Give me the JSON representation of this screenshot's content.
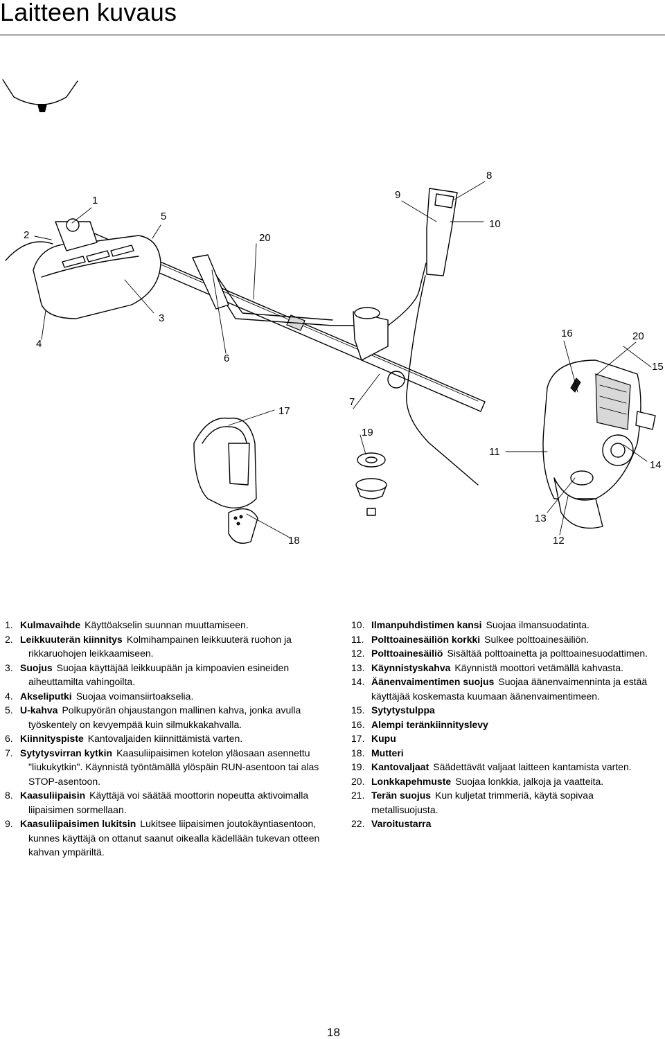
{
  "page": {
    "title": "Laitteen kuvaus",
    "page_number": "18"
  },
  "callouts": {
    "c1": "1",
    "c2": "2",
    "c3": "3",
    "c4": "4",
    "c5": "5",
    "c6": "6",
    "c7": "7",
    "c8": "8",
    "c9": "9",
    "c10": "10",
    "c11": "11",
    "c12": "12",
    "c13": "13",
    "c14": "14",
    "c15": "15",
    "c16": "16",
    "c17": "17",
    "c18": "18",
    "c19": "19",
    "c20a": "20",
    "c20b": "20"
  },
  "parts": [
    {
      "num": "1.",
      "term": "Kulmavaihde",
      "desc": "Käyttöakselin suunnan muuttamiseen."
    },
    {
      "num": "2.",
      "term": "Leikkuuterän kiinnitys",
      "desc": "Kolmihampainen leikkuuterä ruohon ja rikkaruohojen leikkaamiseen."
    },
    {
      "num": "3.",
      "term": "Suojus",
      "desc": "Suojaa käyttäjää leikkuupään ja kimpoavien esineiden aiheuttamilta vahingoilta."
    },
    {
      "num": "4.",
      "term": "Akseliputki",
      "desc": "Suojaa voimansiirtoakselia."
    },
    {
      "num": "5.",
      "term": "U-kahva",
      "desc": "Polkupyörän ohjaustangon mallinen kahva, jonka avulla työskentely on kevyempää kuin silmukkakahvalla."
    },
    {
      "num": "6.",
      "term": "Kiinnityspiste",
      "desc": "Kantovaljaiden kiinnittämistä varten."
    },
    {
      "num": "7.",
      "term": "Sytytysvirran kytkin",
      "desc": "Kaasuliipaisimen kotelon yläosaan asennettu \"liukukytkin\". Käynnistä työntämällä ylöspäin RUN-asentoon tai alas STOP-asentoon."
    },
    {
      "num": "8.",
      "term": "Kaasuliipaisin",
      "desc": "Käyttäjä voi säätää moottorin nopeutta aktivoimalla liipaisimen sormellaan."
    },
    {
      "num": "9.",
      "term": "Kaasuliipaisimen lukitsin",
      "desc": "Lukitsee liipaisimen joutokäyntiasentoon, kunnes käyttäjä on ottanut saanut oikealla kädellään tukevan otteen kahvan ympäriltä."
    },
    {
      "num": "10.",
      "term": "Ilmanpuhdistimen kansi",
      "desc": "Suojaa ilmansuodatinta."
    },
    {
      "num": "11.",
      "term": "Polttoainesäiliön korkki",
      "desc": "Sulkee polttoainesäiliön."
    },
    {
      "num": "12.",
      "term": "Polttoainesäiliö",
      "desc": "Sisältää polttoainetta ja polttoainesuodattimen."
    },
    {
      "num": "13.",
      "term": "Käynnistyskahva",
      "desc": "Käynnistä moottori vetämällä kahvasta."
    },
    {
      "num": "14.",
      "term": "Äänenvaimentimen suojus",
      "desc": "Suojaa äänenvaimenninta ja estää käyttäjää koskemasta kuumaan äänenvaimentimeen."
    },
    {
      "num": "15.",
      "term": "Sytytystulppa",
      "desc": ""
    },
    {
      "num": "16.",
      "term": "Alempi teränkiinnityslevy",
      "desc": ""
    },
    {
      "num": "17.",
      "term": "Kupu",
      "desc": ""
    },
    {
      "num": "18.",
      "term": "Mutteri",
      "desc": ""
    },
    {
      "num": "19.",
      "term": "Kantovaljaat",
      "desc": "Säädettävät valjaat laitteen kantamista varten."
    },
    {
      "num": "20.",
      "term": "Lonkkapehmuste",
      "desc": "Suojaa lonkkia, jalkoja ja vaatteita."
    },
    {
      "num": "21.",
      "term": "Terän suojus",
      "desc": "Kun kuljetat trimmeriä, käytä sopivaa metallisuojusta."
    },
    {
      "num": "22.",
      "term": "Varoitustarra",
      "desc": ""
    }
  ]
}
